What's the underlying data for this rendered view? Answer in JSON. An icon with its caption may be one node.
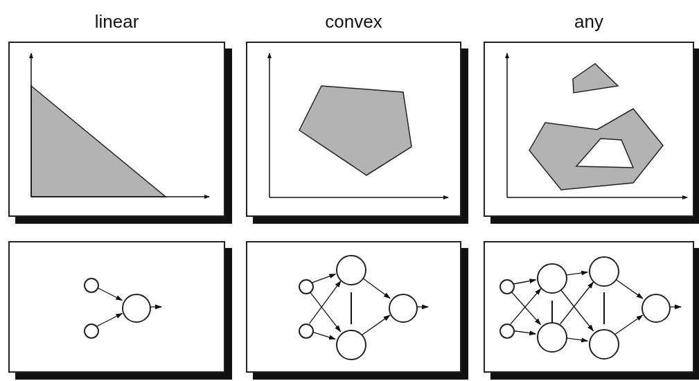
{
  "diagram": {
    "nodes": [
      {
        "text": [
          "linear"
        ]
      },
      {
        "text": [
          "convex"
        ]
      },
      {
        "text": [
          "any"
        ]
      },
      {
        "text": [],
        "shape": "box"
      },
      {
        "text": [],
        "shape": "box"
      },
      {
        "text": [],
        "shape": "box"
      },
      {
        "text": [],
        "shape": "circle",
        "in": 3
      },
      {
        "text": [],
        "shape": "circle",
        "in": 3
      },
      {
        "text": [],
        "shape": "circle",
        "in": 3
      },
      {
        "text": [],
        "shape": "circle",
        "in": 4
      },
      {
        "text": [],
        "shape": "circle",
        "in": 4
      },
      {
        "text": [],
        "shape": "circle",
        "in": 4
      },
      {
        "text": [],
        "shape": "circle",
        "in": 4
      },
      {
        "text": [],
        "shape": "circle",
        "in": 4
      },
      {
        "text": [],
        "shape": "circle",
        "in": 5
      },
      {
        "text": [],
        "shape": "circle",
        "in": 5
      },
      {
        "text": [],
        "shape": "circle",
        "in": 5
      },
      {
        "text": [],
        "shape": "circle",
        "in": 5
      },
      {
        "text": [],
        "shape": "circle",
        "in": 5
      },
      {
        "text": [],
        "shape": "circle",
        "in": 5
      },
      {
        "text": [],
        "shape": "circle",
        "in": 5
      }
    ],
    "edges": [
      {
        "from": 6,
        "to": 8,
        "arrow": "to"
      },
      {
        "from": 7,
        "to": 8,
        "arrow": "to"
      },
      {
        "from": 8,
        "to": null,
        "arrow": "to"
      },
      {
        "from": 9,
        "to": 11,
        "arrow": "to"
      },
      {
        "from": 9,
        "to": 12,
        "arrow": "to"
      },
      {
        "from": 10,
        "to": 11,
        "arrow": "to"
      },
      {
        "from": 10,
        "to": 12,
        "arrow": "to"
      },
      {
        "from": 11,
        "to": 13,
        "arrow": "to"
      },
      {
        "from": 12,
        "to": 13,
        "arrow": "to"
      },
      {
        "from": 13,
        "to": null,
        "arrow": "to"
      },
      {
        "from": 14,
        "to": 16,
        "arrow": "to"
      },
      {
        "from": 14,
        "to": 17,
        "arrow": "to"
      },
      {
        "from": 15,
        "to": 16,
        "arrow": "to"
      },
      {
        "from": 15,
        "to": 17,
        "arrow": "to"
      },
      {
        "from": 16,
        "to": 18,
        "arrow": "to"
      },
      {
        "from": 16,
        "to": 19,
        "arrow": "to"
      },
      {
        "from": 17,
        "to": 18,
        "arrow": "to"
      },
      {
        "from": 17,
        "to": 19,
        "arrow": "to"
      },
      {
        "from": 18,
        "to": 20,
        "arrow": "to"
      },
      {
        "from": 19,
        "to": 20,
        "arrow": "to"
      },
      {
        "from": 20,
        "to": null,
        "arrow": "to"
      }
    ]
  }
}
